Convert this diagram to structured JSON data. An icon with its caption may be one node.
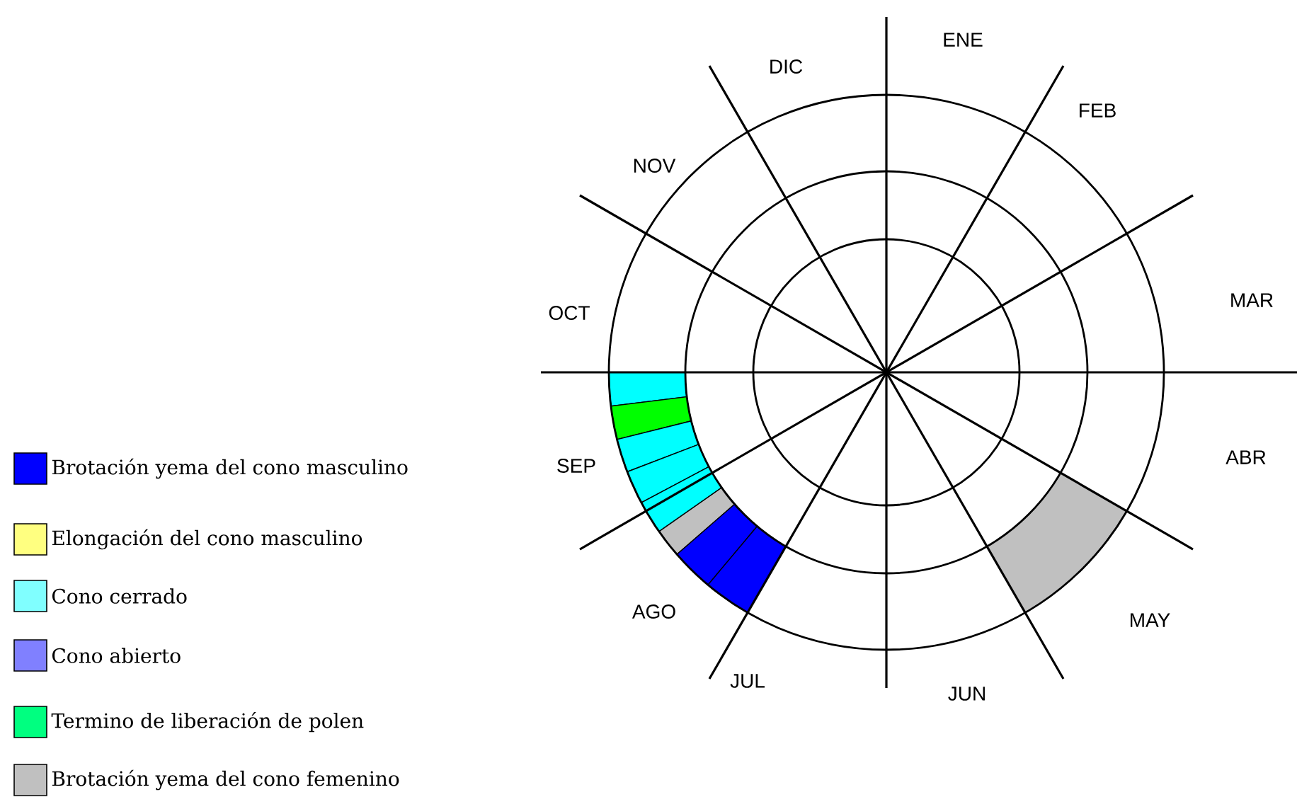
{
  "diagram": {
    "labels": [
      "ENE",
      "FEB",
      "MAR",
      "ABR",
      "MAY",
      "JUN",
      "JUL",
      "AGO",
      "SEP",
      "OCT",
      "NOV",
      "DIC"
    ],
    "legend": [
      {
        "text": "Brotación yema del cono masculino",
        "color": "#0000ff"
      },
      {
        "text": "Elongación del cono masculino",
        "color": "#ffff80"
      },
      {
        "text": "Cono cerrado",
        "color": "#80ffff"
      },
      {
        "text": "Cono abierto",
        "color": "#8080ff"
      },
      {
        "text": "Termino de liberación de polen",
        "color": "#00ff80"
      },
      {
        "text": "Brotación yema del cono femenino",
        "color": "#c0c0c0"
      }
    ]
  }
}
